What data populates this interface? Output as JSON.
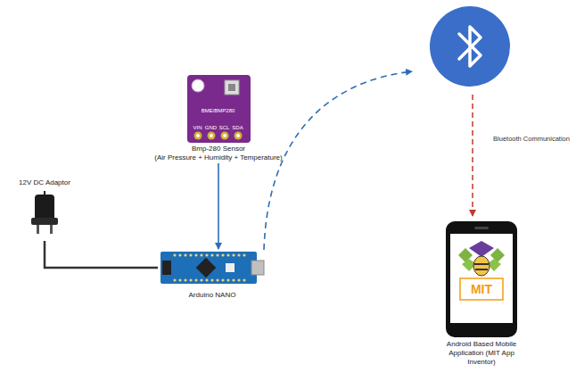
{
  "diagram": {
    "nodes": [
      {
        "text": [
          "Bmp-280 Sensor",
          "(Air Pressure + Humidity + Temperature)"
        ]
      },
      {
        "text": [
          "12V DC Adaptor"
        ]
      },
      {
        "text": [
          "Arduino NANO"
        ]
      },
      {
        "text": [
          "Android Based Mobile Application (MIT App Inventor)"
        ]
      }
    ],
    "edges": [
      {
        "from": 0,
        "to": 2,
        "arrow": "to"
      },
      {
        "from": 1,
        "to": 2,
        "arrow": "none"
      }
    ],
    "labels": [
      "VIN",
      "GND",
      "SCL",
      "SDA",
      "BME/BMP280",
      "Bluetooth Communication",
      "MIT"
    ]
  }
}
